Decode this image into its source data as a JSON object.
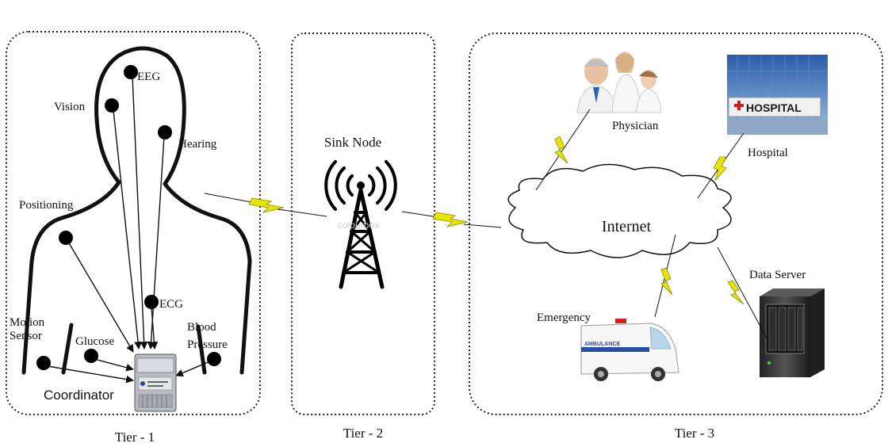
{
  "tiers": {
    "tier1": {
      "label": "Tier - 1",
      "sensors": {
        "eeg": "EEG",
        "vision": "Vision",
        "hearing": "Hearing",
        "positioning": "Positioning",
        "ecg": "ECG",
        "motion_line1": "Motion",
        "motion_line2": "Sensor",
        "glucose": "Glucose",
        "blood_line1": "Blood",
        "blood_line2": "Pressure"
      },
      "coordinator": "Coordinator"
    },
    "tier2": {
      "label": "Tier - 2",
      "sink_node": "Sink Node",
      "watermark": "colourbox"
    },
    "tier3": {
      "label": "Tier - 3",
      "physician": "Physician",
      "hospital": "Hospital",
      "hospital_sign": "HOSPITAL",
      "internet": "Internet",
      "data_server": "Data Server",
      "emergency": "Emergency",
      "ambulance_text": "AMBULANCE"
    }
  },
  "colors": {
    "link": "#e8e600",
    "link_stroke": "#8a8a00",
    "border": "#222222"
  }
}
